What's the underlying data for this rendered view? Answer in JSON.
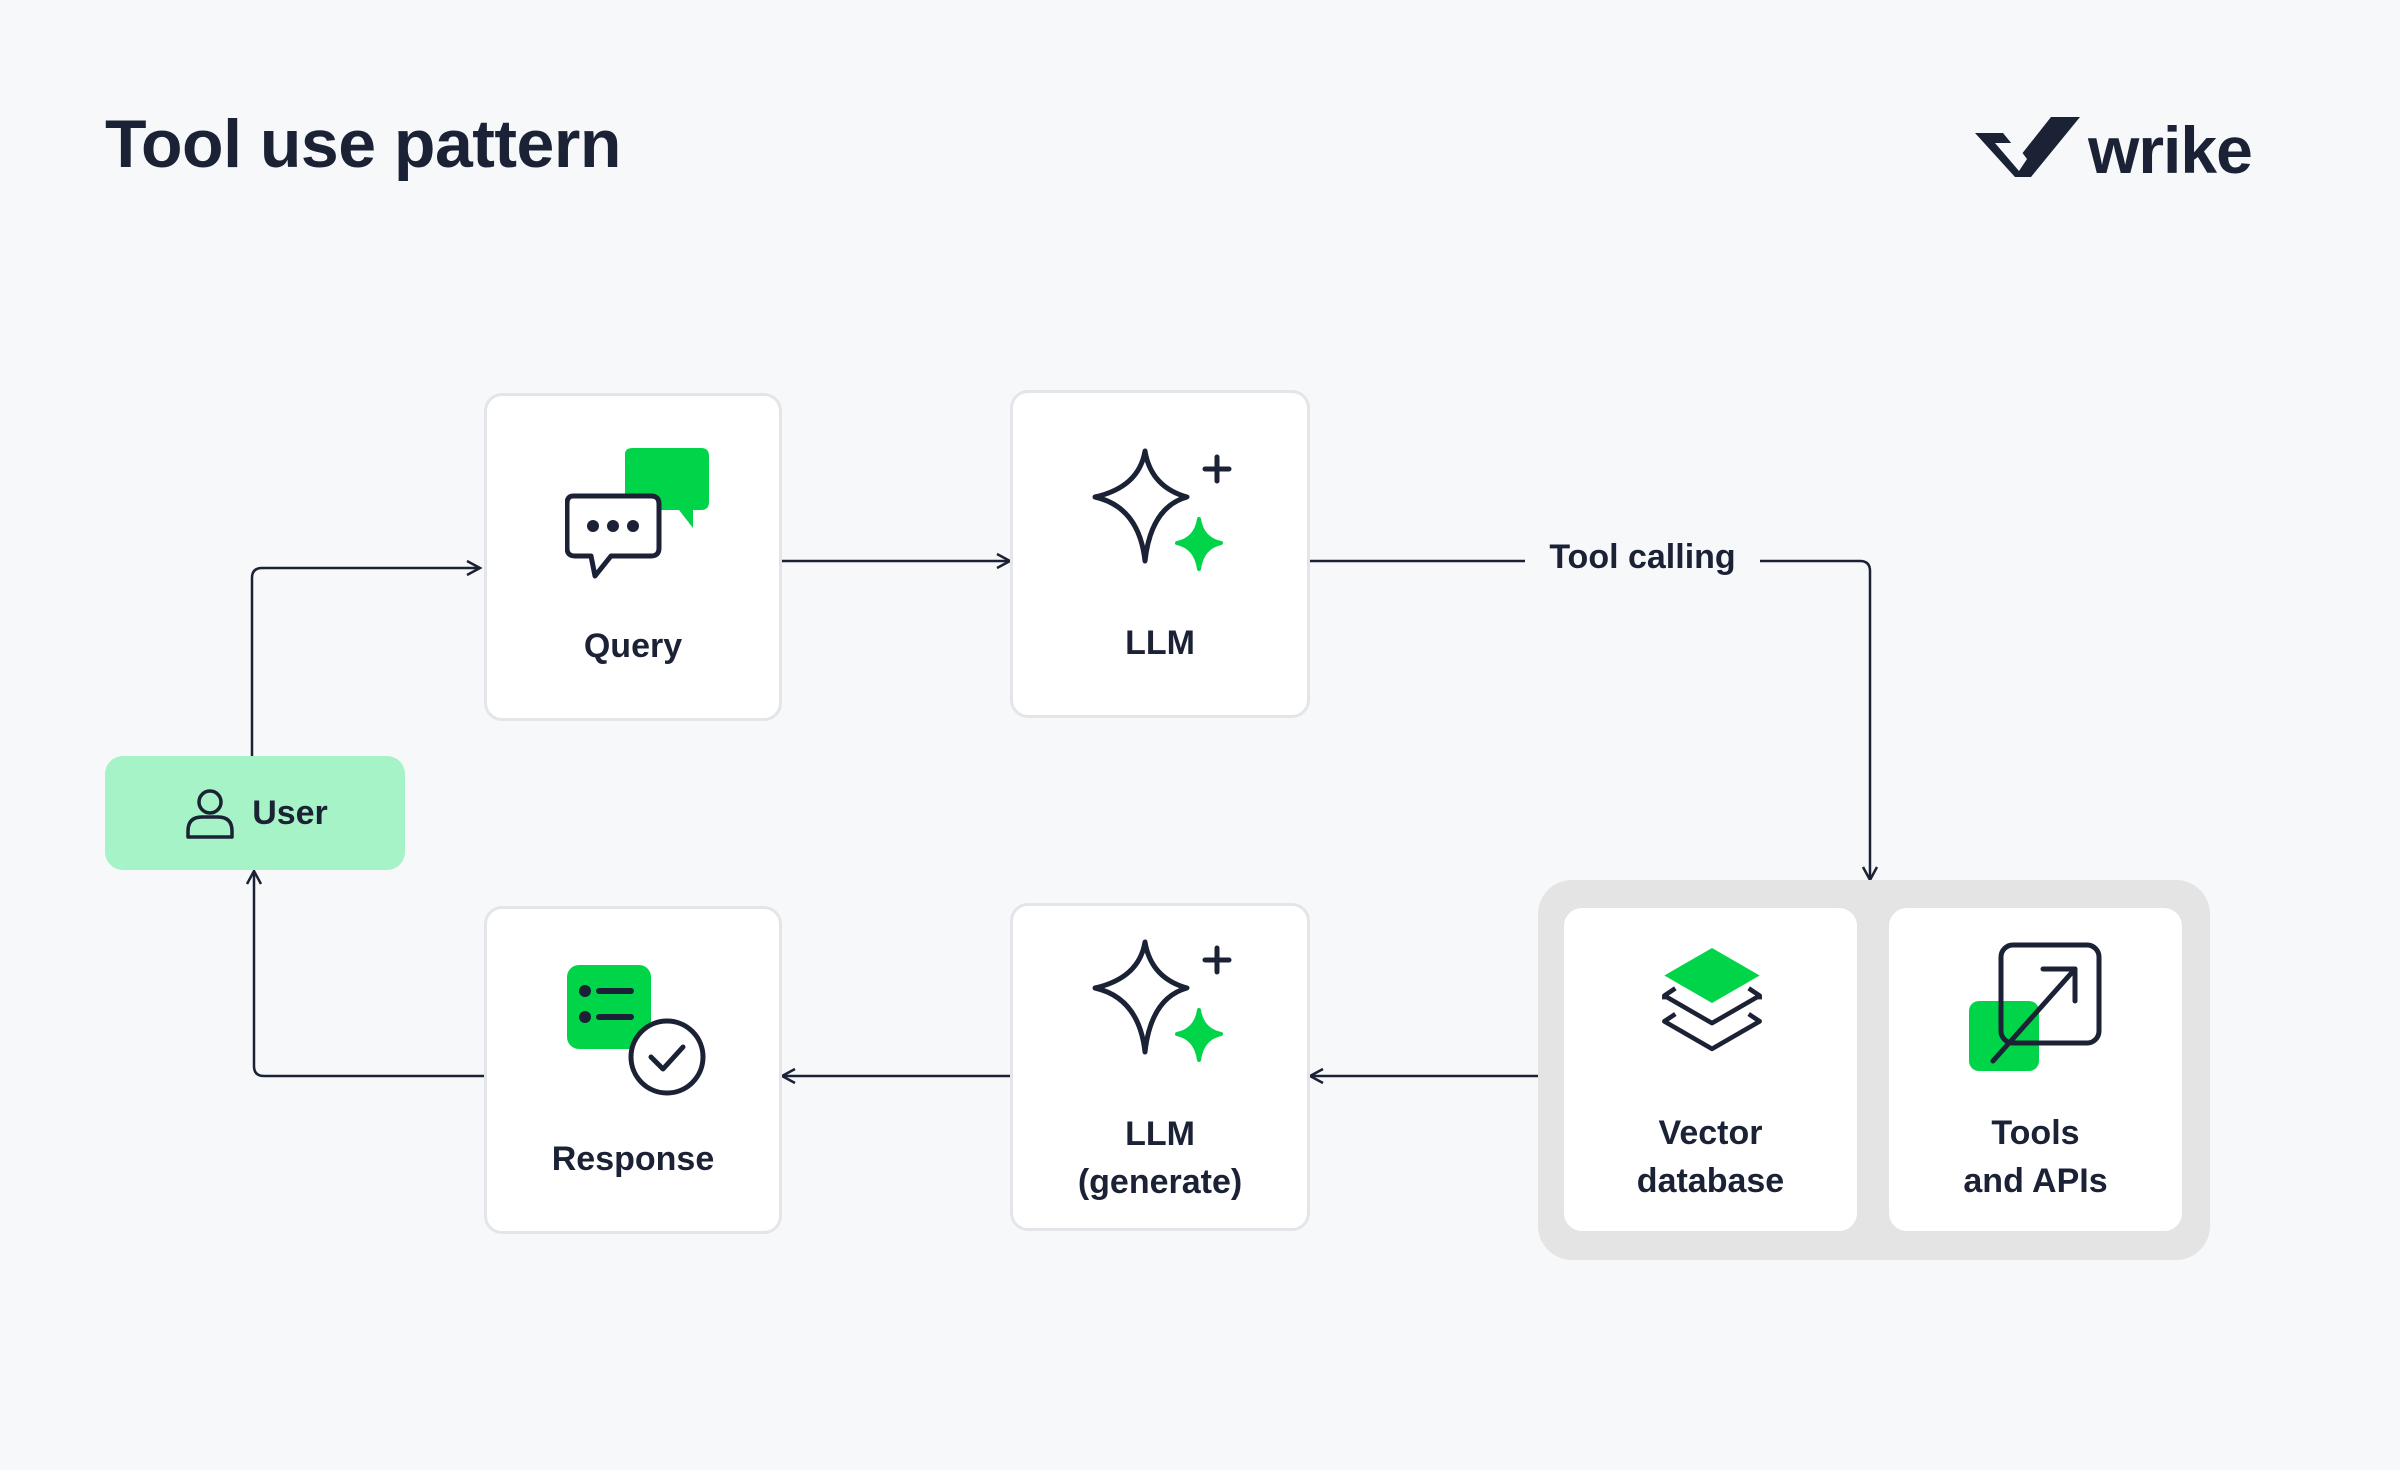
{
  "title": "Tool use pattern",
  "brand": {
    "name": "wrike"
  },
  "colors": {
    "accent": "#00d54a",
    "ink": "#1b2236",
    "user_fill": "#a7f3c8",
    "group_fill": "#e4e4e4"
  },
  "nodes": {
    "user": {
      "label": "User",
      "icon": "user-icon"
    },
    "query": {
      "label": "Query",
      "icon": "chat-bubbles-icon"
    },
    "llm": {
      "label": "LLM",
      "icon": "sparkle-icon"
    },
    "tools_group": {
      "vector_db": {
        "label_line1": "Vector",
        "label_line2": "database",
        "icon": "layers-icon"
      },
      "tools_apis": {
        "label_line1": "Tools",
        "label_line2": "and APIs",
        "icon": "external-link-icon"
      }
    },
    "llm_generate": {
      "label_line1": "LLM",
      "label_line2": "(generate)",
      "icon": "sparkle-icon"
    },
    "response": {
      "label": "Response",
      "icon": "checklist-icon"
    }
  },
  "edges": [
    {
      "from": "User",
      "to": "Query"
    },
    {
      "from": "Query",
      "to": "LLM"
    },
    {
      "from": "LLM",
      "to": "Tools",
      "label": "Tool calling"
    },
    {
      "from": "Tools",
      "to": "LLM (generate)"
    },
    {
      "from": "LLM (generate)",
      "to": "Response"
    },
    {
      "from": "Response",
      "to": "User"
    }
  ]
}
